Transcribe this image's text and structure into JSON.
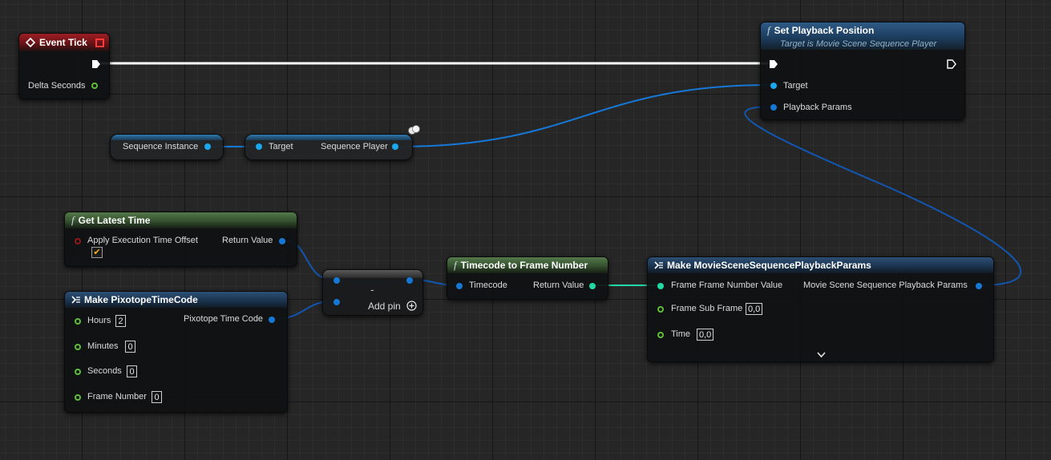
{
  "colors": {
    "exec": "#ffffff",
    "object_pin": "#1678d6",
    "struct_pin": "#20d9a5",
    "float_pin": "#5fbf3a",
    "bool_pin": "#8f1a1a",
    "event_header": "#9b1f24",
    "function_header": "#2e5a86",
    "pure_header": "#54794a"
  },
  "event_tick": {
    "title": "Event Tick",
    "delta_seconds": "Delta Seconds"
  },
  "set_playback": {
    "title": "Set Playback Position",
    "subtitle": "Target is Movie Scene Sequence Player",
    "target": "Target",
    "playback_params": "Playback Params"
  },
  "sequence_instance": {
    "label": "Sequence Instance"
  },
  "sequence_player": {
    "target": "Target",
    "output": "Sequence Player"
  },
  "get_latest_time": {
    "title": "Get Latest Time",
    "apply_offset": "Apply Execution Time Offset",
    "apply_offset_checked": "✔",
    "return_value": "Return Value"
  },
  "make_timecode": {
    "title": "Make PixotopeTimeCode",
    "output": "Pixotope Time Code",
    "fields": [
      {
        "label": "Hours",
        "value": "2"
      },
      {
        "label": "Minutes",
        "value": "0"
      },
      {
        "label": "Seconds",
        "value": "0"
      },
      {
        "label": "Frame Number",
        "value": "0"
      }
    ]
  },
  "subtract": {
    "symbol": "-",
    "add_pin": "Add pin"
  },
  "timecode_to_frame": {
    "title": "Timecode to Frame Number",
    "input": "Timecode",
    "output": "Return Value"
  },
  "make_params": {
    "title": "Make MovieSceneSequencePlaybackParams",
    "frame_number": "Frame Frame Number Value",
    "output": "Movie Scene Sequence Playback Params",
    "sub_frame": "Frame Sub Frame",
    "sub_frame_value": "0,0",
    "time": "Time",
    "time_value": "0,0"
  }
}
